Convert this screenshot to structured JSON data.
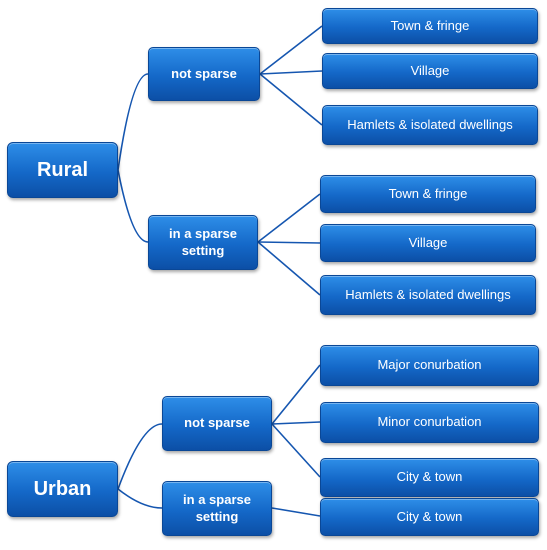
{
  "diagram": {
    "rural": {
      "label": "Rural",
      "not_sparse": {
        "label": "not sparse",
        "children": [
          "Town & fringe",
          "Village",
          "Hamlets & isolated dwellings"
        ]
      },
      "sparse": {
        "label": "in a sparse setting",
        "children": [
          "Town & fringe",
          "Village",
          "Hamlets & isolated dwellings"
        ]
      }
    },
    "urban": {
      "label": "Urban",
      "not_sparse": {
        "label": "not sparse",
        "children": [
          "Major conurbation",
          "Minor conurbation",
          "City & town"
        ]
      },
      "sparse": {
        "label": "in a sparse setting",
        "children": [
          "City & town"
        ]
      }
    }
  },
  "colors": {
    "box_fill": "#1a6fd1",
    "connector": "#1556b0"
  }
}
